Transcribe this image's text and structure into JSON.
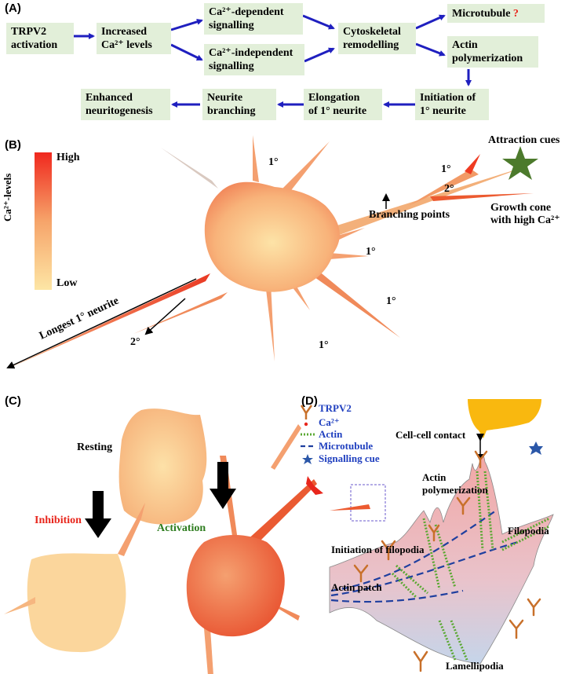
{
  "panels": {
    "a": "(A)",
    "b": "(B)",
    "c": "(C)",
    "d": "(D)"
  },
  "flow": {
    "trpv2": [
      "TRPV2",
      "activation"
    ],
    "increased": [
      "Increased",
      "Ca²⁺ levels"
    ],
    "dep": [
      "Ca²⁺-dependent",
      "signalling"
    ],
    "indep": [
      "Ca²⁺-independent",
      "signalling"
    ],
    "cyto": [
      "Cytoskeletal",
      "remodelling"
    ],
    "micro": "Microtubule",
    "micro_q": "?",
    "actin": [
      "Actin",
      "polymerization"
    ],
    "initiation": [
      "Initiation of",
      "1° neurite"
    ],
    "elongation": [
      "Elongation",
      "of 1° neurite"
    ],
    "branching": [
      "Neurite",
      "branching"
    ],
    "enhanced": [
      "Enhanced",
      "neuritogenesis"
    ]
  },
  "panel_b": {
    "scale_title": "Ca²⁺-levels",
    "high": "High",
    "low": "Low",
    "primary": "1°",
    "secondary": "2°",
    "attraction": "Attraction cues",
    "growth_cone": [
      "Growth cone",
      "with high Ca²⁺"
    ],
    "branching_points": "Branching points",
    "longest": "Longest 1° neurite"
  },
  "panel_c": {
    "resting": "Resting",
    "inhibition": "Inhibition",
    "activation": "Activation"
  },
  "panel_d": {
    "legend": {
      "trpv2": "TRPV2",
      "ca": "Ca²⁺",
      "actin": "Actin",
      "microtubule": "Microtubule",
      "signalling": "Signalling cue"
    },
    "cell_contact": "Cell-cell contact",
    "actin_poly": [
      "Actin",
      "polymerization"
    ],
    "filopodia": "Filopodia",
    "initiation_filopodia": "Initiation of filopodia",
    "actin_patch": "Actin patch",
    "lamellipodia": "Lamellipodia"
  },
  "colors": {
    "box_bg": "#e2efd9",
    "arrow_blue": "#1f1fbf",
    "legend_blue": "#1f3fbf",
    "red": "#e8261c",
    "green": "#2e7d1f",
    "trpv2_orange": "#c8702a",
    "star_green": "#4c7a2c",
    "contact_yellow": "#f9b80f"
  }
}
